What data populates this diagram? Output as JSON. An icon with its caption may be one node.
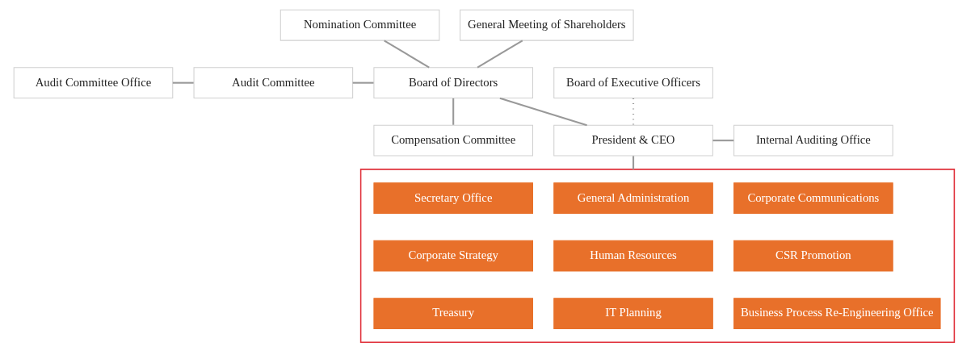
{
  "diagram": {
    "nodes": [
      {
        "text": [
          "General Meeting of Shareholders"
        ]
      },
      {
        "text": [
          "Nomination Committee"
        ]
      },
      {
        "text": [
          "Audit Committee Office"
        ]
      },
      {
        "text": [
          "Audit Committee"
        ]
      },
      {
        "text": [
          "Board of Directors"
        ]
      },
      {
        "text": [
          "Compensation Committee"
        ]
      },
      {
        "text": [
          "President & CEO"
        ]
      },
      {
        "text": [
          "Internal Auditing Office"
        ]
      },
      {
        "text": [
          "Board of Executive Officers"
        ]
      },
      {
        "text": [],
        "shape": "box"
      },
      {
        "text": [
          "Secretary Office"
        ],
        "in": 9
      },
      {
        "text": [
          "General Administration"
        ],
        "in": 9
      },
      {
        "text": [
          "Corporate Communications"
        ],
        "in": 9
      },
      {
        "text": [
          "Corporate Strategy"
        ],
        "in": 9
      },
      {
        "text": [
          "Human Resources"
        ],
        "in": 9
      },
      {
        "text": [
          "CSR Promotion"
        ],
        "in": 9
      },
      {
        "text": [
          "Treasury"
        ],
        "in": 9
      },
      {
        "text": [
          "IT Planning"
        ],
        "in": 9
      },
      {
        "text": [
          "Business Process Re-Engineering Office"
        ],
        "in": 9
      }
    ],
    "edges": [
      {
        "from": 0,
        "to": 4,
        "arrow": "none"
      },
      {
        "from": 1,
        "to": 4,
        "arrow": "none"
      },
      {
        "from": 3,
        "to": 4,
        "arrow": "none"
      },
      {
        "from": 5,
        "to": 4,
        "arrow": "none"
      },
      {
        "from": 2,
        "to": 3,
        "arrow": "none"
      },
      {
        "from": 4,
        "to": 6,
        "arrow": "none"
      },
      {
        "from": 6,
        "to": 7,
        "arrow": "none"
      },
      {
        "from": 8,
        "to": 6,
        "arrow": "none",
        "style": "dashed"
      },
      {
        "from": 6,
        "to": 9,
        "arrow": "none"
      }
    ]
  }
}
